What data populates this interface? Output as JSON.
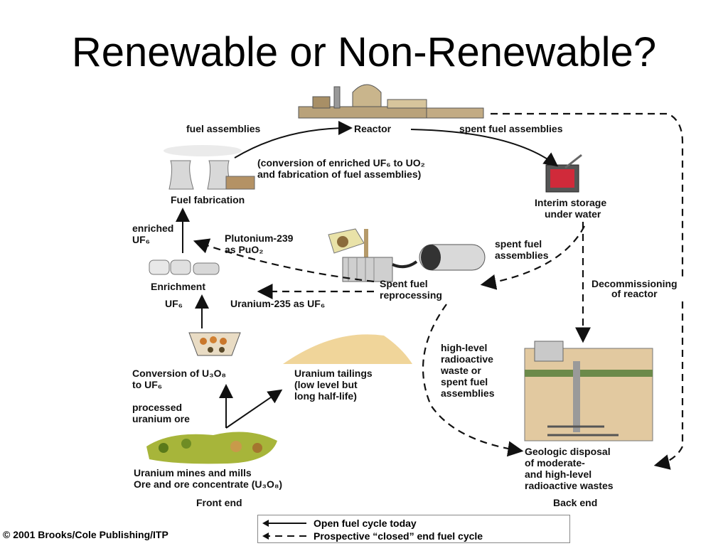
{
  "slide": {
    "title": "Renewable or Non-Renewable?",
    "credit": "© 2001 Brooks/Cole Publishing/ITP"
  },
  "diagram": {
    "nodes": {
      "reactor": "Reactor",
      "fuel_assemblies": "fuel assemblies",
      "spent_fuel_assemblies_top": "spent fuel assemblies",
      "conversion_note_1": "(conversion of enriched UF₆ to UO₂",
      "conversion_note_2": "and fabrication of fuel assemblies)",
      "fuel_fabrication": "Fuel fabrication",
      "interim_storage_1": "Interim storage",
      "interim_storage_2": "under water",
      "enriched_1": "enriched",
      "enriched_2": "UF₆",
      "plutonium_1": "Plutonium-239",
      "plutonium_2": "as PuO₂",
      "spent_fuel_1": "spent fuel",
      "spent_fuel_2": "assemblies",
      "enrichment": "Enrichment",
      "spent_fuel_reprocessing_1": "Spent fuel",
      "spent_fuel_reprocessing_2": "reprocessing",
      "decommissioning_1": "Decommissioning",
      "decommissioning_2": "of reactor",
      "uf6": "UF₆",
      "uranium235": "Uranium-235 as UF₆",
      "conversion_1": "Conversion of U₃O₈",
      "conversion_2": "to UF₆",
      "tailings_1": "Uranium tailings",
      "tailings_2": "(low level but",
      "tailings_3": "long half-life)",
      "hlw_1": "high-level",
      "hlw_2": "radioactive",
      "hlw_3": "waste or",
      "hlw_4": "spent fuel",
      "hlw_5": "assemblies",
      "processed_1": "processed",
      "processed_2": "uranium ore",
      "mines_1": "Uranium mines and mills",
      "mines_2": "Ore and ore concentrate (U₃O₈)",
      "geologic_1": "Geologic disposal",
      "geologic_2": "of moderate-",
      "geologic_3": "and high-level",
      "geologic_4": "radioactive wastes",
      "front_end": "Front end",
      "back_end": "Back end"
    },
    "legend": {
      "open": "Open fuel cycle today",
      "closed": "Prospective “closed” end fuel cycle"
    }
  }
}
